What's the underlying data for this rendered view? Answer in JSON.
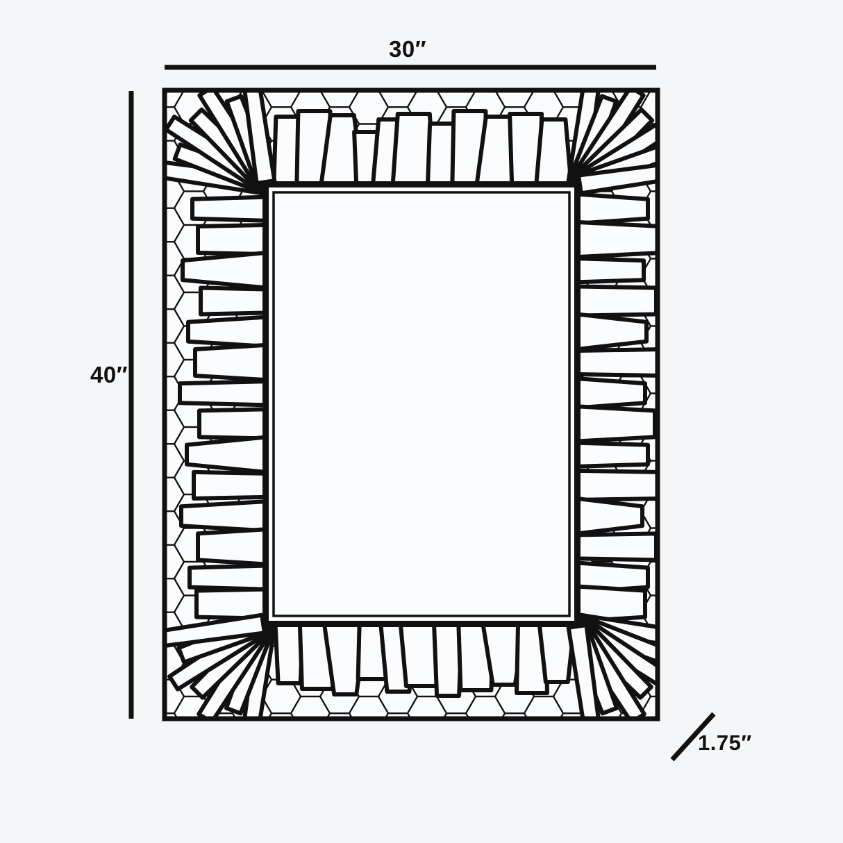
{
  "drawing": {
    "title": "Mirror dimension drawing",
    "background_color": "#f4f6f8",
    "line_color": "#111111",
    "fill_color": "#fbfcfd"
  },
  "dimensions": {
    "width": {
      "label": "30″",
      "value": 30,
      "unit": "in",
      "orientation": "horizontal",
      "position": "top"
    },
    "height": {
      "label": "40″",
      "value": 40,
      "unit": "in",
      "orientation": "vertical",
      "position": "left"
    },
    "depth": {
      "label": "1.75″",
      "value": 1.75,
      "unit": "in",
      "orientation": "diagonal",
      "position": "bottom-right"
    }
  },
  "product": {
    "outer_frame": {
      "name": "frame-outline",
      "shape": "rectangle"
    },
    "inner_mirror": {
      "name": "mirror-panel",
      "shape": "rectangle",
      "border": "double-rule"
    },
    "pattern": {
      "background": "honeycomb-hex-mesh",
      "overlay": "radiating-sunburst-spokes"
    }
  }
}
